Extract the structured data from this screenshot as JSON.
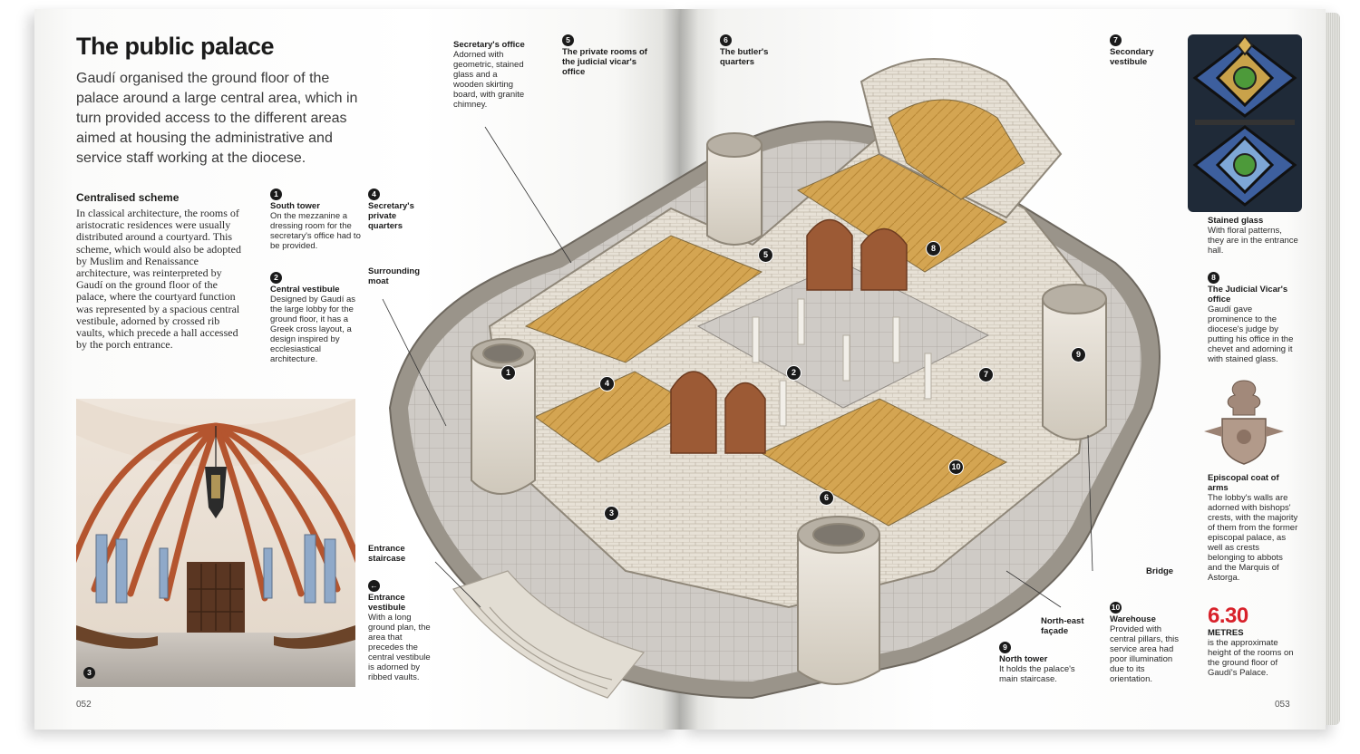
{
  "page": {
    "title": "The public palace",
    "intro": "Gaudí organised the ground floor of the palace around a large central area, which in turn provided access to the different areas aimed at housing the administrative and service staff working at the diocese.",
    "section_heading": "Centralised scheme",
    "section_body": "In classical architecture, the rooms of aristocratic residences were usually distributed around a courtyard. This scheme, which would also be adopted by Muslim and Renaissance architecture, was reinterpreted by Gaudí on the ground floor of the palace, where the courtyard function was represented by a spacious central vestibule, adorned by crossed rib vaults, which precede a hall accessed by the porch entrance.",
    "photo_badge": "3",
    "folio_left": "052",
    "folio_right": "053"
  },
  "callouts": {
    "south_tower": {
      "num": "1",
      "title": "South tower",
      "text": "On the mezzanine a dressing room for the secretary's office had to be provided."
    },
    "central_vestibule": {
      "num": "2",
      "title": "Central vestibule",
      "text": "Designed by Gaudí as the large lobby for the ground floor, it has a Greek cross layout, a design inspired by ecclesiastical architecture."
    },
    "secretary_private": {
      "num": "4",
      "title": "Secretary's private quarters"
    },
    "surrounding_moat": {
      "title": "Surrounding moat"
    },
    "secretary_office": {
      "title": "Secretary's office",
      "text": "Adorned with geometric, stained glass and a wooden skirting board, with granite chimney."
    },
    "private_rooms": {
      "num": "5",
      "title": "The private rooms of the judicial vicar's office"
    },
    "butler": {
      "num": "6",
      "title": "The butler's quarters"
    },
    "secondary_vestibule": {
      "num": "7",
      "title": "Secondary vestibule"
    },
    "entrance_staircase": {
      "title": "Entrance staircase"
    },
    "entrance_vestibule": {
      "arrow": "←",
      "title": "Entrance vestibule",
      "text": "With a long ground plan, the area that precedes the central vestibule is adorned by ribbed vaults."
    },
    "north_tower": {
      "num": "9",
      "title": "North tower",
      "text": "It holds the palace's main staircase."
    },
    "north_east_facade": {
      "title": "North-east façade"
    },
    "warehouse": {
      "num": "10",
      "title": "Warehouse",
      "text": "Provided with central pillars, this service area had poor illumination due to its orientation."
    },
    "bridge": {
      "title": "Bridge"
    },
    "stained_glass": {
      "title": "Stained glass",
      "text": "With floral patterns, they are in the entrance hall."
    },
    "judicial_vicar": {
      "num": "8",
      "title": "The Judicial Vicar's office",
      "text": "Gaudí gave prominence to the diocese's judge by putting his office in the chevet and adorning it with stained glass."
    },
    "coat_of_arms": {
      "title": "Episcopal coat of arms",
      "text": "The lobby's walls are adorned with bishops' crests, with the majority of them from the former episcopal palace, as well as crests belonging to abbots and the Marquis of Astorga."
    },
    "height": {
      "value": "6.30",
      "unit": "METRES",
      "text": "is the approximate height of the rooms on the ground floor of Gaudí's Palace."
    }
  },
  "map_markers": [
    "1",
    "2",
    "3",
    "4",
    "5",
    "6",
    "7",
    "8",
    "9",
    "10"
  ],
  "colors": {
    "accent_red": "#d8212a",
    "stone": "#ddd7cc",
    "floor_wood": "#c99a45",
    "brick": "#b5643a",
    "text": "#1d1d1b"
  }
}
